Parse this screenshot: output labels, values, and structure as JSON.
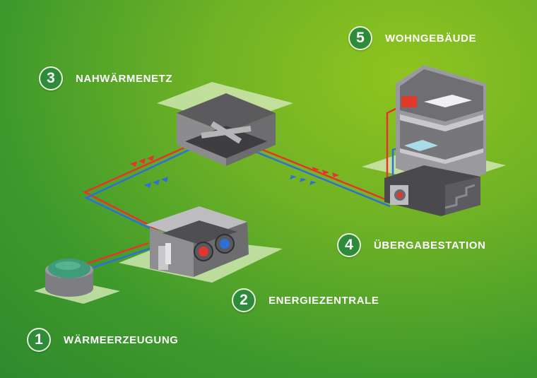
{
  "steps": [
    {
      "number": "1",
      "label": "WÄRMEERZEUGUNG"
    },
    {
      "number": "2",
      "label": "ENERGIEZENTRALE"
    },
    {
      "number": "3",
      "label": "NAHWÄRMENETZ"
    },
    {
      "number": "4",
      "label": "ÜBERGABESTATION"
    },
    {
      "number": "5",
      "label": "WOHNGEBÄUDE"
    }
  ],
  "colors": {
    "supply_pipe": "#e8332a",
    "return_pipe": "#2f6fd8",
    "badge": "#2e8b3a"
  }
}
